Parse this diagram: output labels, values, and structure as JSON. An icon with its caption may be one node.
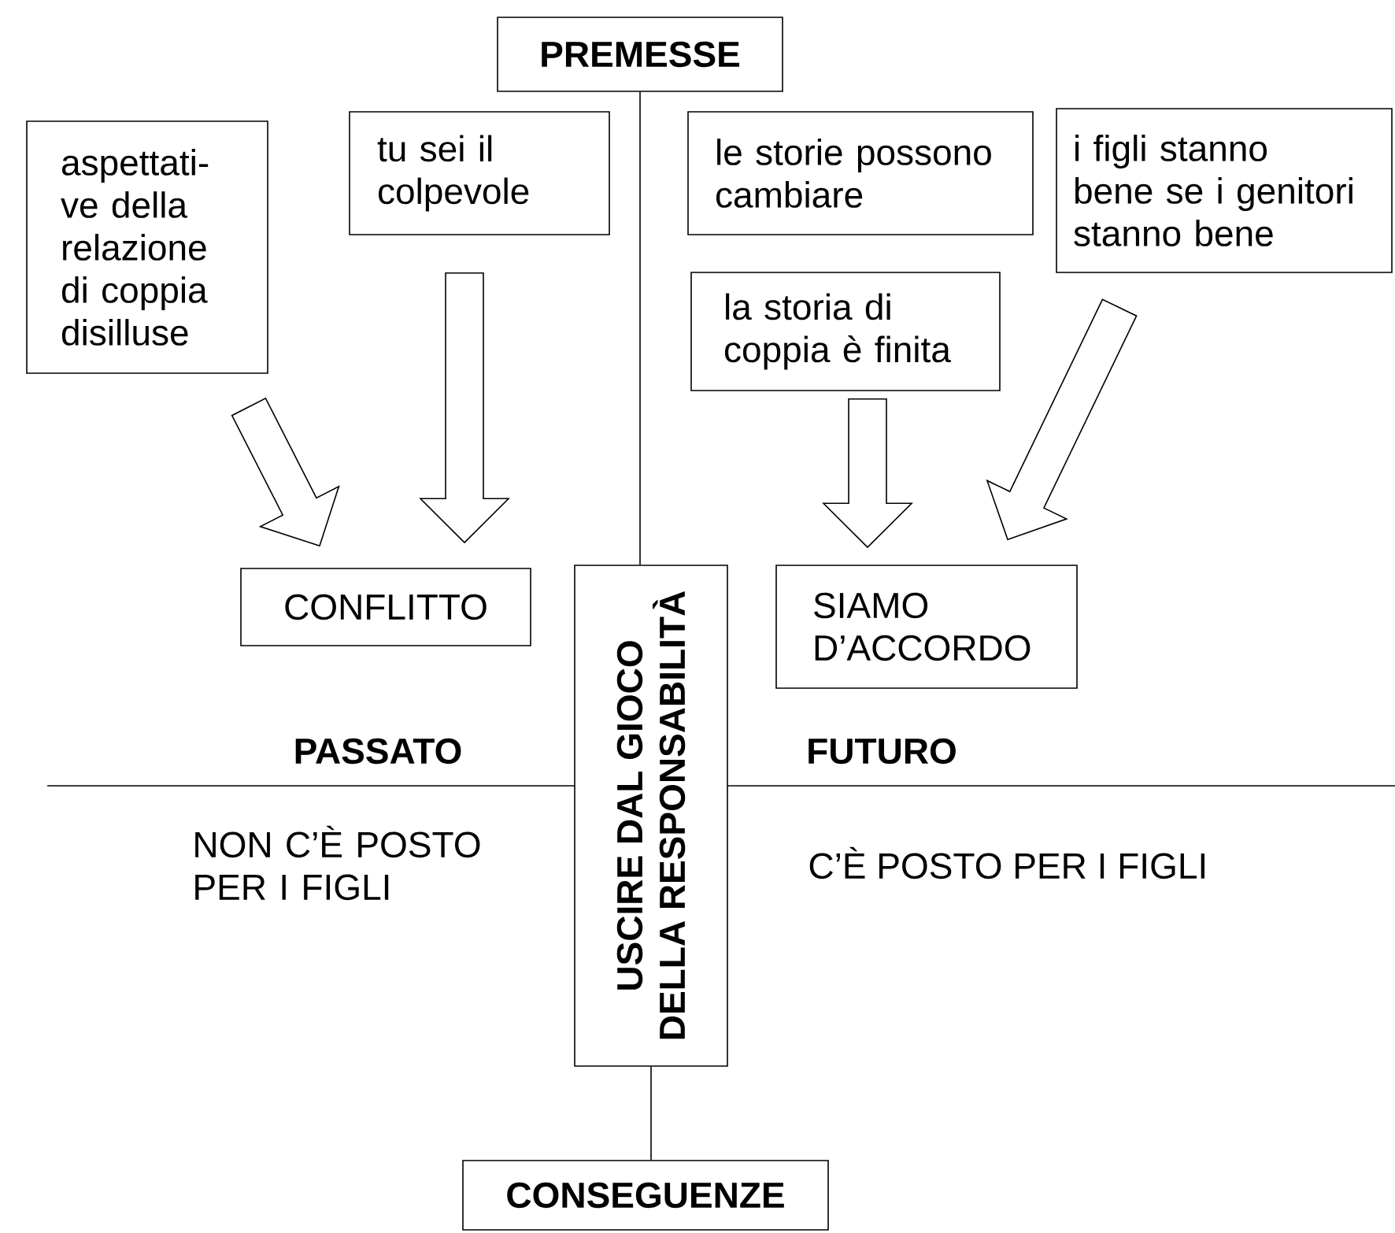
{
  "diagram": {
    "nodes": [
      {
        "text": [
          "PREMESSE"
        ]
      },
      {
        "text": [
          "aspettati- ve della relazione di coppia disilluse"
        ]
      },
      {
        "text": [
          "tu sei il colpevole"
        ]
      },
      {
        "text": [
          "le storie possono cambiare"
        ]
      },
      {
        "text": [
          "i figli stanno bene se i genitori stanno bene"
        ]
      },
      {
        "text": [
          "la storia di coppia è finita"
        ]
      },
      {
        "text": [
          "CONFLITTO"
        ]
      },
      {
        "text": [
          "USCIRE DAL GIOCO DELLA RESPONSABILITÀ"
        ]
      },
      {
        "text": [
          "SIAMO D’ACCORDO"
        ]
      },
      {
        "text": [
          "CONSEGUENZE"
        ]
      }
    ],
    "edges": [
      {
        "from": 1,
        "to": 6,
        "arrow": "to"
      },
      {
        "from": 2,
        "to": 6,
        "arrow": "to"
      },
      {
        "from": 5,
        "to": 8,
        "arrow": "to"
      },
      {
        "from": 4,
        "to": 8,
        "arrow": "to"
      },
      {
        "from": 0,
        "to": 7,
        "arrow": "none"
      },
      {
        "from": 7,
        "to": 9,
        "arrow": "none"
      }
    ],
    "labels": [
      "PASSATO",
      "FUTURO",
      "NON C’È POSTO PER I FIGLI",
      "C’È POSTO PER I FIGLI"
    ]
  }
}
